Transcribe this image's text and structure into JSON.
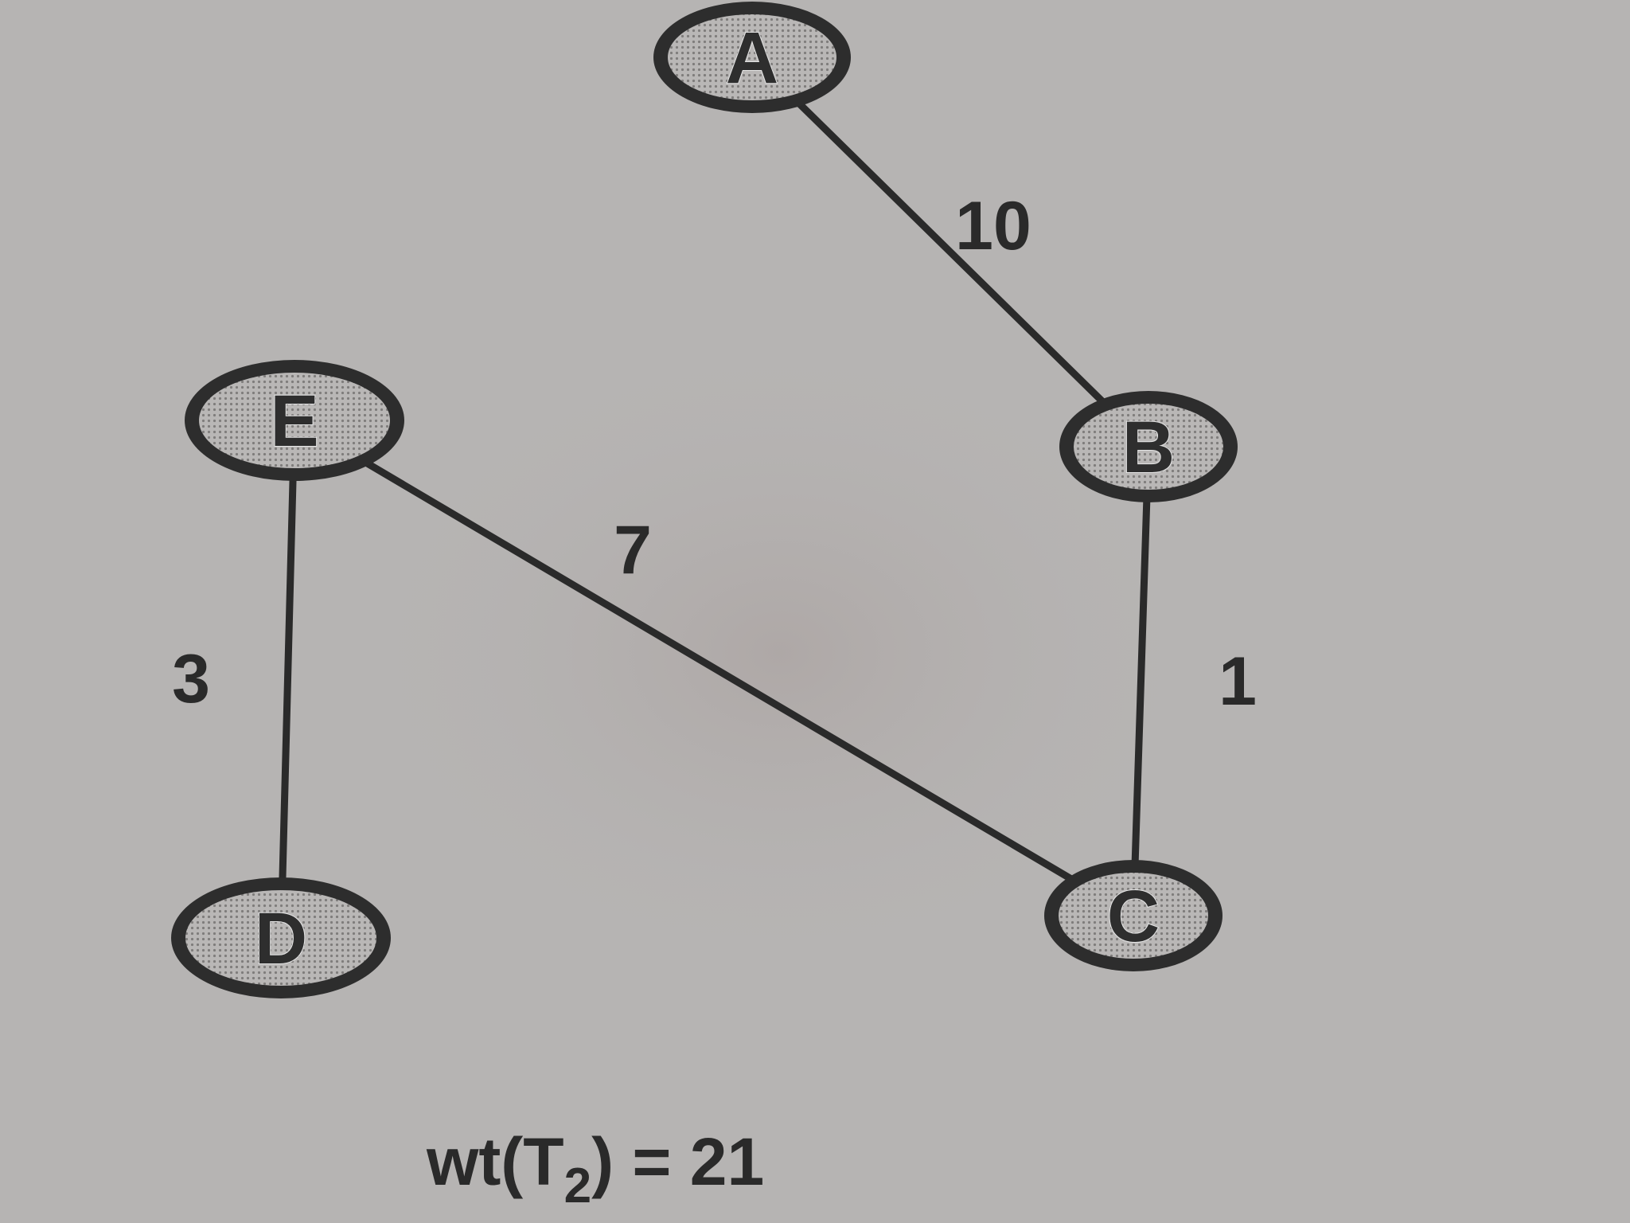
{
  "diagram": {
    "nodes": [
      {
        "id": "A",
        "label": "A"
      },
      {
        "id": "B",
        "label": "B"
      },
      {
        "id": "C",
        "label": "C"
      },
      {
        "id": "D",
        "label": "D"
      },
      {
        "id": "E",
        "label": "E"
      }
    ],
    "edges": [
      {
        "from": "A",
        "to": "B",
        "weight": "10"
      },
      {
        "from": "B",
        "to": "C",
        "weight": "1"
      },
      {
        "from": "E",
        "to": "C",
        "weight": "7"
      },
      {
        "from": "E",
        "to": "D",
        "weight": "3"
      }
    ],
    "caption": {
      "prefix": "wt(T",
      "subscript": "2",
      "suffix": ") = 21"
    }
  },
  "colors": {
    "paper": "#b6b4b3",
    "ink": "#2a2a2a",
    "node_fill": "#a9a7a6",
    "node_ring": "#2d2d2d"
  }
}
